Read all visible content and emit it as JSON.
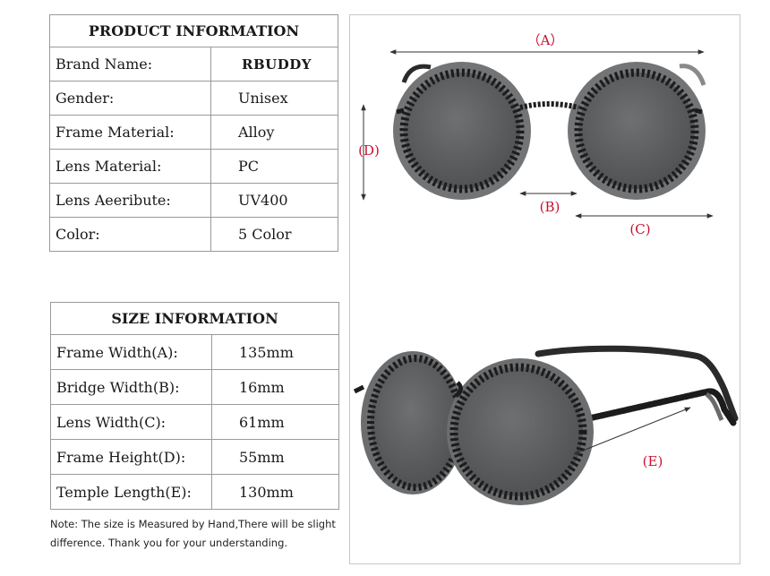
{
  "product_info": {
    "title": "PRODUCT INFORMATION",
    "rows": [
      {
        "label": "Brand Name:",
        "value": "RBUDDY"
      },
      {
        "label": "Gender:",
        "value": "Unisex"
      },
      {
        "label": "Frame Material:",
        "value": "Alloy"
      },
      {
        "label": "Lens Material:",
        "value": "PC"
      },
      {
        "label": "Lens Aeeribute:",
        "value": "UV400"
      },
      {
        "label": "Color:",
        "value": "5 Color"
      }
    ]
  },
  "size_info": {
    "title": "SIZE INFORMATION",
    "rows": [
      {
        "label": "Frame Width(A):",
        "value": "135mm"
      },
      {
        "label": "Bridge Width(B):",
        "value": "16mm"
      },
      {
        "label": "Lens Width(C):",
        "value": "61mm"
      },
      {
        "label": "Frame Height(D):",
        "value": "55mm"
      },
      {
        "label": "Temple Length(E):",
        "value": "130mm"
      }
    ]
  },
  "note": "Note: The size is Measured by Hand,There will be slight difference. Thank you for your understanding.",
  "dimension_labels": {
    "a": "（A）",
    "b": "(B)",
    "c": "(C)",
    "d": "(D)",
    "e": "(E)"
  },
  "colors": {
    "dimension_label": "#c8102e",
    "frame": "#1c1c1c",
    "lens": "#5f6163",
    "border": "#9a9a9a"
  }
}
